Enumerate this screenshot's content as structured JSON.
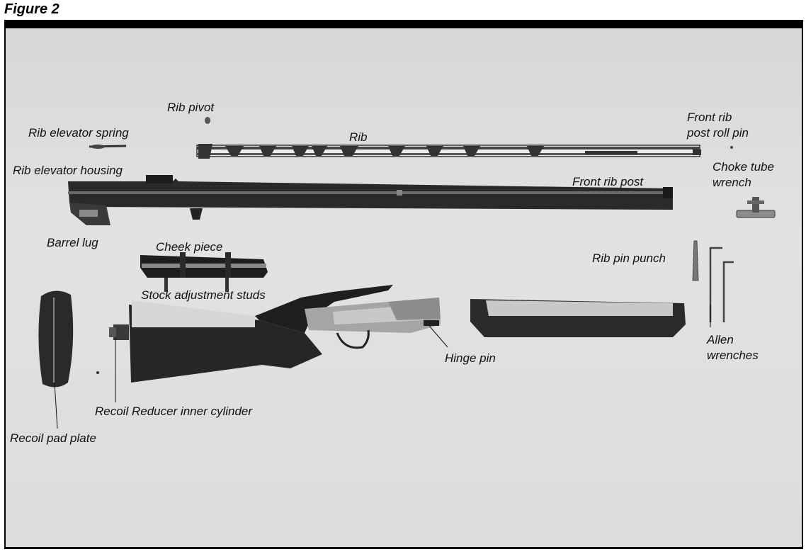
{
  "figure": {
    "title": "Figure 2"
  },
  "labels": {
    "rib_pivot": "Rib pivot",
    "rib_elevator_spring": "Rib elevator spring",
    "rib": "Rib",
    "front_rib_post_roll_pin_1": "Front rib",
    "front_rib_post_roll_pin_2": "post roll pin",
    "rib_elevator_housing": "Rib elevator housing",
    "choke_tube_wrench_1": "Choke tube",
    "choke_tube_wrench_2": "wrench",
    "front_rib_post": "Front rib post",
    "barrel_lug": "Barrel lug",
    "cheek_piece": "Cheek piece",
    "rib_pin_punch": "Rib pin punch",
    "stock_adjustment_studs": "Stock adjustment studs",
    "allen_wrenches_1": "Allen",
    "allen_wrenches_2": "wrenches",
    "hinge_pin": "Hinge pin",
    "recoil_reducer_inner_cylinder": "Recoil Reducer inner cylinder",
    "recoil_pad_plate": "Recoil pad plate"
  }
}
